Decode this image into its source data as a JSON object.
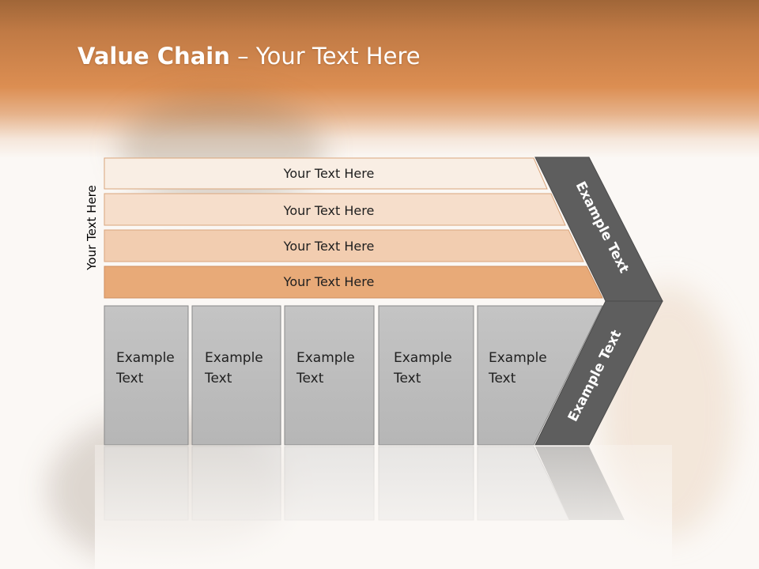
{
  "title": {
    "bold": "Value Chain",
    "rest": " – Your Text Here"
  },
  "side_label": "Your Text Here",
  "bars": [
    "Your Text Here",
    "Your Text Here",
    "Your Text Here",
    "Your Text Here"
  ],
  "columns": [
    "Example Text",
    "Example Text",
    "Example Text",
    "Example Text",
    "Example Text"
  ],
  "arrow_labels": {
    "upper": "Example Text",
    "lower": "Example Text"
  },
  "colors": {
    "bar1": "#f9eee4",
    "bar2": "#f6decb",
    "bar3": "#f2cdb0",
    "bar4": "#e8aa78",
    "column": "#bdbdbd",
    "arrow": "#5e5e5e"
  }
}
